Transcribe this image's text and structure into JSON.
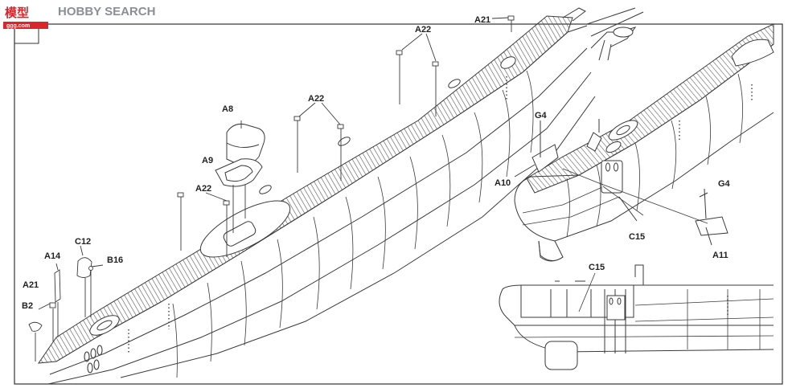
{
  "watermark": {
    "chinese": "模型",
    "english": "HOBBY SEARCH",
    "url": "ggg.com"
  },
  "labels": {
    "a21_top": "A21",
    "a22_top": "A22",
    "a22_mid": "A22",
    "a22_low": "A22",
    "a8": "A8",
    "a9": "A9",
    "c12": "C12",
    "a14": "A14",
    "b16": "B16",
    "a21_left": "A21",
    "b2": "B2",
    "g4_top": "G4",
    "a10": "A10",
    "g4_right": "G4",
    "c15_mid": "C15",
    "a11": "A11",
    "c15_bottom": "C15"
  },
  "colors": {
    "line": "#3a3a3a",
    "deck_hatch": "#555555",
    "watermark_red": "#d8262b",
    "watermark_gray": "#8a8f96"
  }
}
